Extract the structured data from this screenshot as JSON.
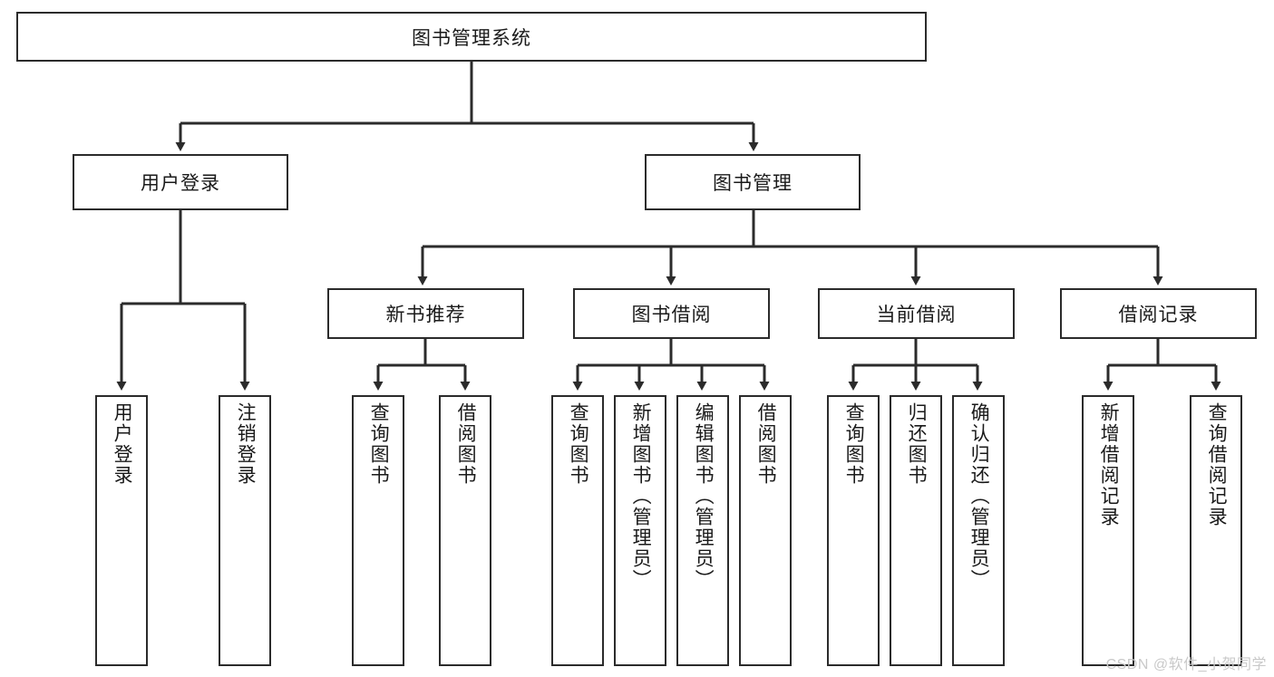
{
  "diagram": {
    "title_node": {
      "label": "图书管理系统"
    },
    "level2": [
      {
        "label": "用户登录"
      },
      {
        "label": "图书管理"
      }
    ],
    "level3": [
      {
        "label": "新书推荐"
      },
      {
        "label": "图书借阅"
      },
      {
        "label": "当前借阅"
      },
      {
        "label": "借阅记录"
      }
    ],
    "leaves": [
      {
        "label": "用户登录"
      },
      {
        "label": "注销登录"
      },
      {
        "label": "查询图书"
      },
      {
        "label": "借阅图书"
      },
      {
        "label": "查询图书"
      },
      {
        "label": "新增图书（管理员）"
      },
      {
        "label": "编辑图书（管理员）"
      },
      {
        "label": "借阅图书"
      },
      {
        "label": "查询图书"
      },
      {
        "label": "归还图书"
      },
      {
        "label": "确认归还（管理员）"
      },
      {
        "label": "新增借阅记录"
      },
      {
        "label": "查询借阅记录"
      }
    ],
    "watermark": "CSDN @软件_小贺同学",
    "colors": {
      "stroke": "#2b2b2b",
      "background": "#ffffff",
      "text": "#1a1a1a",
      "watermark": "#c9c9c9"
    }
  }
}
